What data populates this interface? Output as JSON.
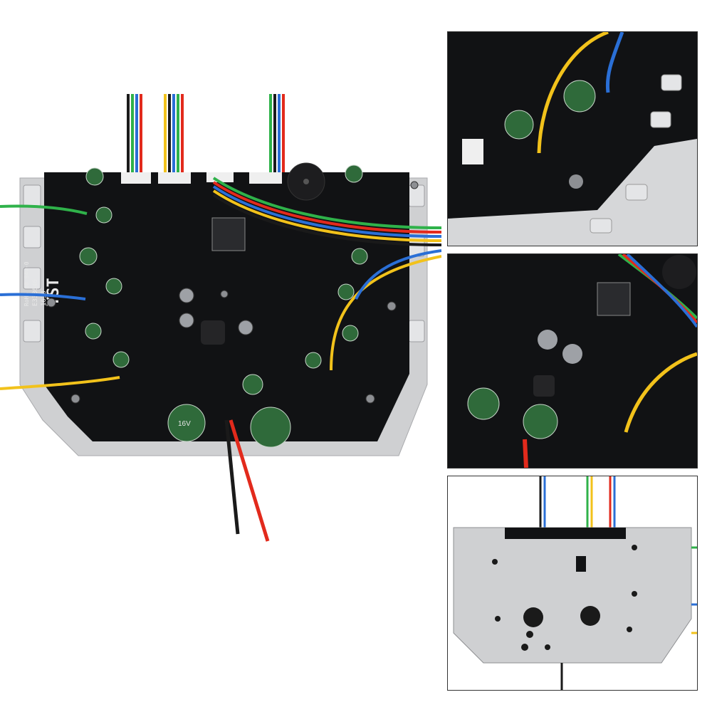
{
  "product": {
    "brand_mark": "YST",
    "silkscreen_cert": "E333646",
    "silkscreen_rohs": "RoHS 20 94v-0",
    "silkscreen_code": "1638",
    "capacitor_text": "16V"
  },
  "colors": {
    "pcb": "#111214",
    "plate": "#cfd0d2",
    "wire_green": "#2fb24a",
    "wire_blue": "#2a6fd6",
    "wire_yellow": "#f2c21b",
    "wire_red": "#e22a1c",
    "wire_black": "#1a1a1a",
    "cap_body": "#2f6a3a"
  }
}
